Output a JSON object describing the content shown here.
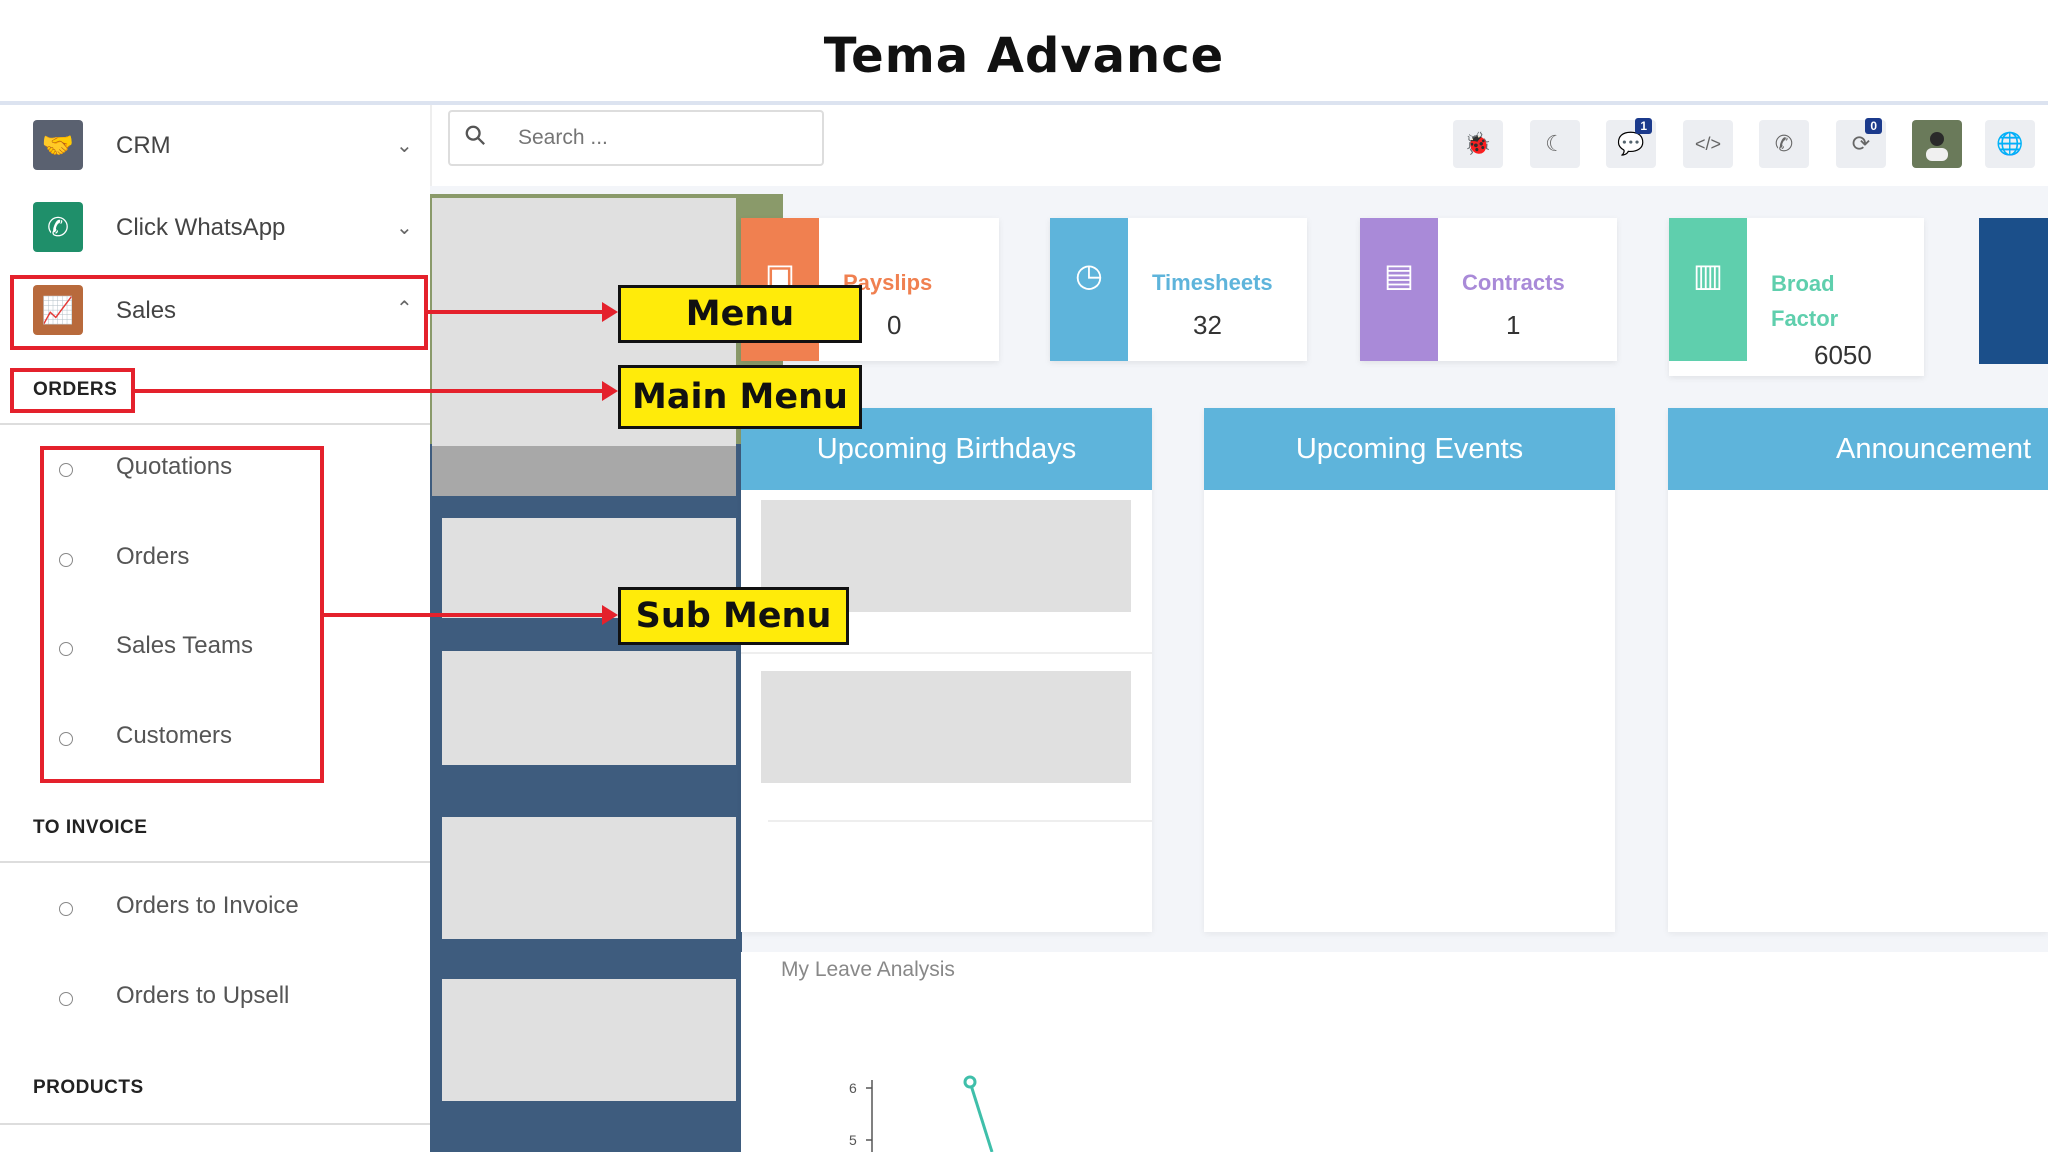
{
  "page": {
    "title": "Tema Advance"
  },
  "sidebar": {
    "menus": [
      {
        "label": "CRM",
        "icon": "handshake-icon",
        "color": "#5a6170",
        "expanded": false
      },
      {
        "label": "Click WhatsApp",
        "icon": "whatsapp-icon",
        "color": "#1f8f6a",
        "expanded": false
      },
      {
        "label": "Sales",
        "icon": "chart-line-icon",
        "color": "#b86a3c",
        "expanded": true
      }
    ],
    "sections": [
      {
        "title": "ORDERS",
        "items": [
          "Quotations",
          "Orders",
          "Sales Teams",
          "Customers"
        ]
      },
      {
        "title": "TO INVOICE",
        "items": [
          "Orders to Invoice",
          "Orders to Upsell"
        ]
      },
      {
        "title": "PRODUCTS",
        "items": []
      }
    ]
  },
  "topbar": {
    "search_placeholder": "Search ...",
    "icons": [
      {
        "name": "bug-icon",
        "glyph": "🐞",
        "badge": ""
      },
      {
        "name": "moon-icon",
        "glyph": "☾",
        "badge": ""
      },
      {
        "name": "chat-icon",
        "glyph": "💬",
        "badge": "1"
      },
      {
        "name": "code-icon",
        "glyph": "</>",
        "badge": ""
      },
      {
        "name": "whatsapp-icon",
        "glyph": "✆",
        "badge": ""
      },
      {
        "name": "activity-icon",
        "glyph": "⟳",
        "badge": "0"
      },
      {
        "name": "avatar",
        "glyph": "",
        "badge": ""
      },
      {
        "name": "globe-icon",
        "glyph": "🌐",
        "badge": ""
      }
    ]
  },
  "stats": [
    {
      "label": "Payslips",
      "value": "0",
      "color": "#f08050",
      "icon": "payslip-icon"
    },
    {
      "label": "Timesheets",
      "value": "32",
      "color": "#5eb4db",
      "icon": "clock-icon"
    },
    {
      "label": "Contracts",
      "value": "1",
      "color": "#a98ad8",
      "icon": "book-icon"
    },
    {
      "label": "Broad Factor",
      "label_line1": "Broad",
      "label_line2": "Factor",
      "value": "6050",
      "color": "#5fcfad",
      "icon": "bar-chart-icon"
    }
  ],
  "panels": [
    {
      "title": "Upcoming Birthdays"
    },
    {
      "title": "Upcoming Events"
    },
    {
      "title": "Announcement"
    }
  ],
  "leave": {
    "title": "My Leave Analysis",
    "ticks": [
      "6",
      "5"
    ]
  },
  "annotations": {
    "menu": "Menu",
    "main_menu": "Main Menu",
    "sub_menu": "Sub Menu"
  },
  "colors": {
    "annotation_red": "#e4212c",
    "callout_yellow": "#ffeb0a",
    "panel_header": "#5eb4db"
  }
}
